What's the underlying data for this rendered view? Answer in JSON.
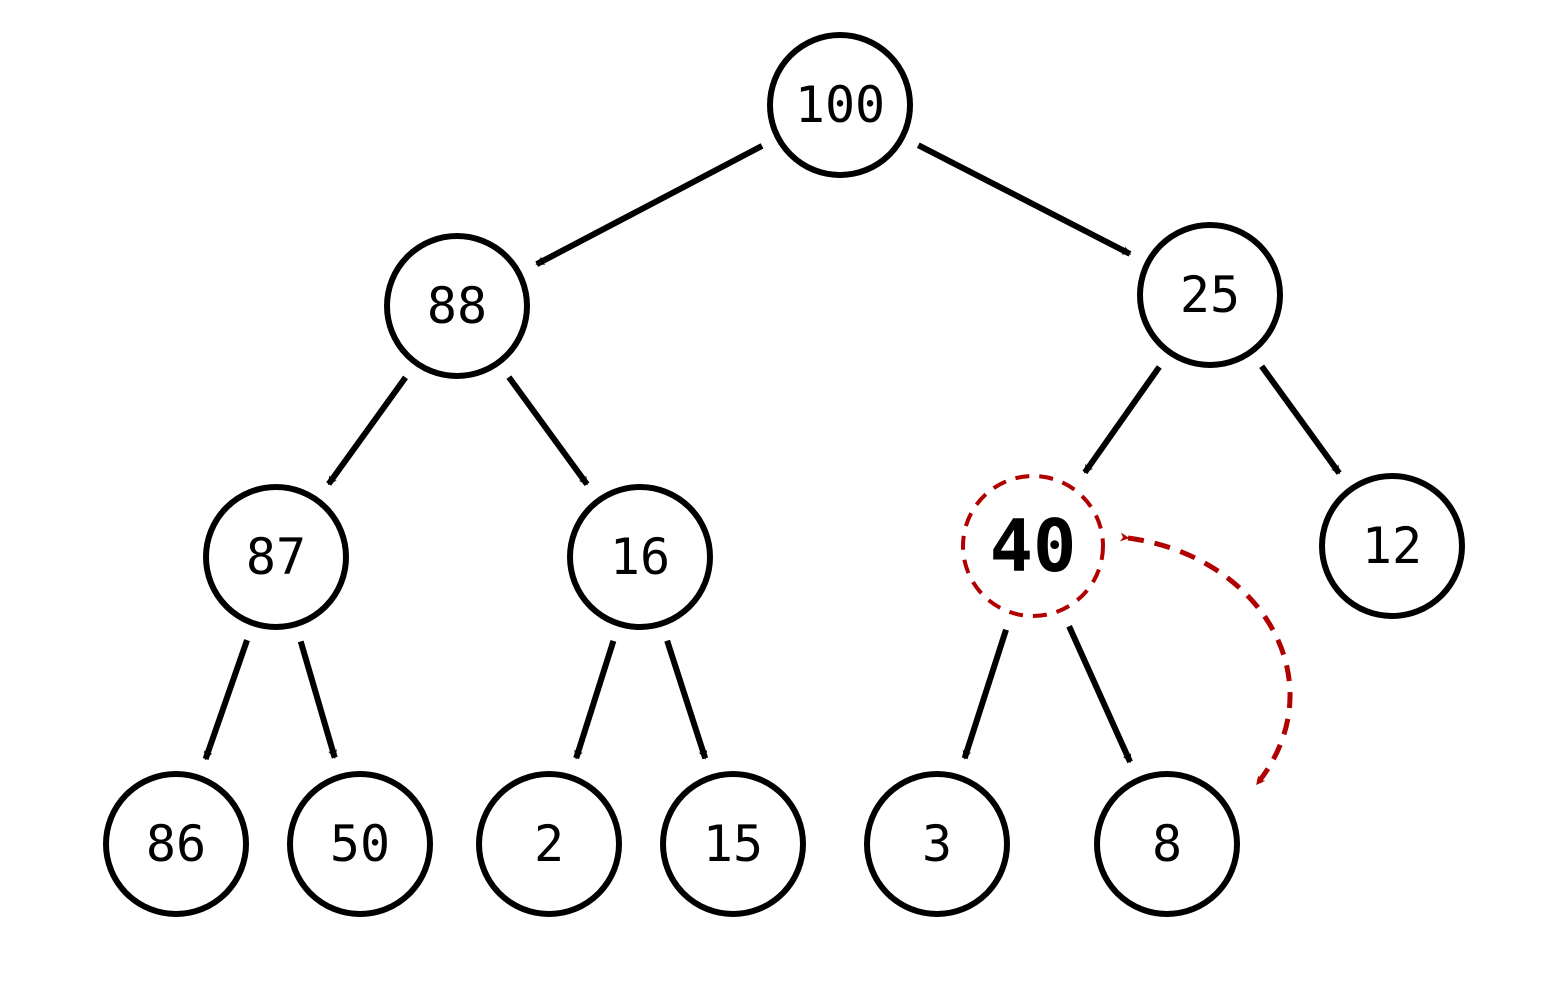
{
  "tree": {
    "nodes": [
      {
        "id": "n0",
        "label": "100",
        "highlight": false
      },
      {
        "id": "n1",
        "label": "88",
        "highlight": false
      },
      {
        "id": "n2",
        "label": "25",
        "highlight": false
      },
      {
        "id": "n3",
        "label": "87",
        "highlight": false
      },
      {
        "id": "n4",
        "label": "16",
        "highlight": false
      },
      {
        "id": "n5",
        "label": "40",
        "highlight": true
      },
      {
        "id": "n6",
        "label": "12",
        "highlight": false
      },
      {
        "id": "n7",
        "label": "86",
        "highlight": false
      },
      {
        "id": "n8",
        "label": "50",
        "highlight": false
      },
      {
        "id": "n9",
        "label": "2",
        "highlight": false
      },
      {
        "id": "n10",
        "label": "15",
        "highlight": false
      },
      {
        "id": "n11",
        "label": "3",
        "highlight": false
      },
      {
        "id": "n12",
        "label": "8",
        "highlight": false
      }
    ],
    "edges": [
      {
        "from": "n0",
        "to": "n1"
      },
      {
        "from": "n0",
        "to": "n2"
      },
      {
        "from": "n1",
        "to": "n3"
      },
      {
        "from": "n1",
        "to": "n4"
      },
      {
        "from": "n2",
        "to": "n5"
      },
      {
        "from": "n2",
        "to": "n6"
      },
      {
        "from": "n3",
        "to": "n7"
      },
      {
        "from": "n3",
        "to": "n8"
      },
      {
        "from": "n4",
        "to": "n9"
      },
      {
        "from": "n4",
        "to": "n10"
      },
      {
        "from": "n5",
        "to": "n11"
      },
      {
        "from": "n5",
        "to": "n12"
      }
    ],
    "swap": {
      "from": "n5",
      "to": "n12"
    }
  },
  "colors": {
    "node_stroke": "#000000",
    "highlight": "#b00000"
  }
}
